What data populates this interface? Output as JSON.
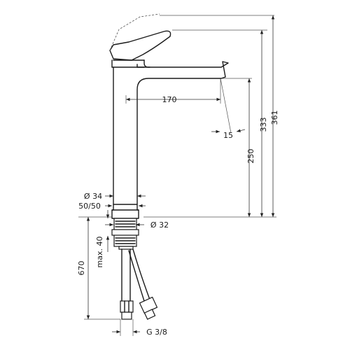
{
  "dimensions": {
    "spout_reach": "170",
    "spout_angle": "15",
    "spout_height": "250",
    "overall_height_333": "333",
    "overall_height_361": "361",
    "body_diameter": "Ø 34",
    "body_ratio": "50/50",
    "hole_diameter": "Ø 32",
    "hose_length": "670",
    "max_deck_thickness": "max. 40",
    "connection_thread": "G 3/8"
  }
}
